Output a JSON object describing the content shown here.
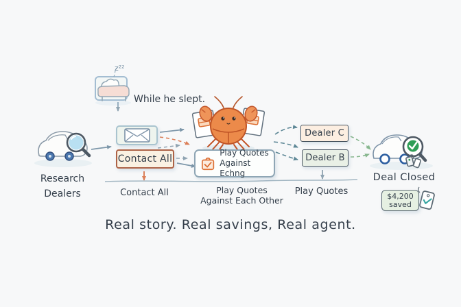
{
  "colors": {
    "background": "#f7f8f9",
    "ink": "#323d49",
    "arrow_blue": "#7d97aa",
    "arrow_orange": "#dc7f58",
    "arrow_teal": "#5d8796",
    "arrow_green": "#87b78e",
    "crab_orange": "#ec8a4a",
    "contact_border": "#ad6246",
    "contact_fill": "#faf1e2",
    "dealer_c_fill": "#fceee1",
    "dealer_b_fill": "#e9f0e6",
    "badge_fill": "#e6f0e2",
    "check_green": "#2f9e57",
    "tag_check_teal": "#3aa7a3"
  },
  "sleep": {
    "z": "z²²",
    "caption": "While he slept."
  },
  "flow": {
    "research": {
      "line1": "Research",
      "line2": "Dealers"
    },
    "contact_box_label": "Contact All",
    "play_box": {
      "line1": "Play Quotes",
      "line2": "Against Echng"
    },
    "dealer_c_label": "Dealer C",
    "dealer_b_label": "Dealer B",
    "deal_closed_label": "Deal Closed",
    "savings": {
      "amount": "$4,200",
      "caption": "saved"
    }
  },
  "timeline": {
    "contact_label": "Contact All",
    "play_label_line1": "Play Quotes",
    "play_label_line2": "Against Each Other",
    "play_short_label": "Play Quotes"
  },
  "tagline": "Real story. Real savings, Real agent.",
  "icons": {
    "car_search": "car-with-magnifying-glass",
    "bed": "sleeping-bed",
    "envelope": "envelope",
    "crab": "crab-mascot-holding-quote-cards",
    "briefcase_check": "orange-briefcase-with-check",
    "car_check": "car-with-check-magnifier-and-keys",
    "price_tag": "price-tag-with-check"
  }
}
